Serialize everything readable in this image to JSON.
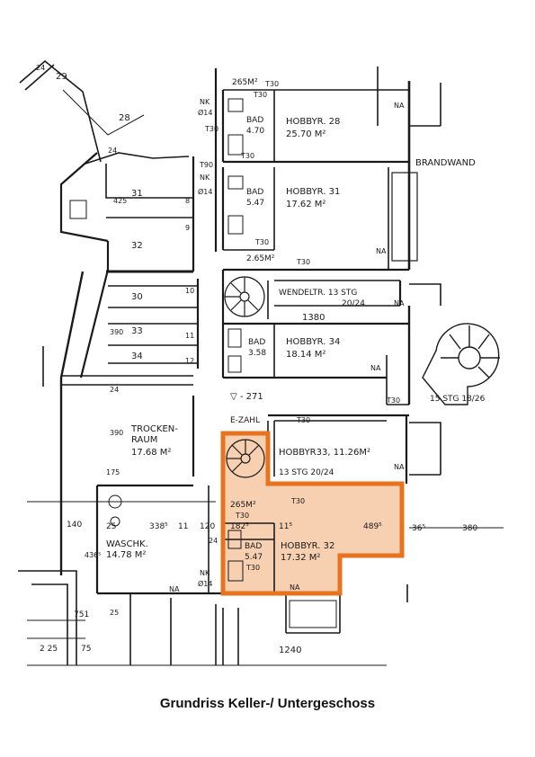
{
  "caption": "Grundriss Keller-/ Untergeschoss",
  "highlight": {
    "fill": "#f7cfb1",
    "stroke": "#e8731e"
  },
  "labels": {
    "n29": "29",
    "n28": "28",
    "n24a": "24",
    "n24b": "24",
    "n265m2": "265M²",
    "t30_1": "T30",
    "t30_2": "T30",
    "nk1": "NK",
    "nk1d": "Ø14",
    "t30_3": "T30",
    "t30_4": "T30",
    "bad1": "BAD",
    "bad1a": "4.70",
    "hobby28": "HOBBYR. 28",
    "hobby28a": "25.70 M²",
    "na1": "NA",
    "na2": "NA",
    "na3": "NA",
    "na4": "NA",
    "na5": "NA",
    "na6": "NA",
    "brandwand": "BRANDWAND",
    "t90": "T90",
    "nk2": "NK",
    "nk2d": "Ø14",
    "n425": "425",
    "r31": "31",
    "r32": "32",
    "n8": "8",
    "n9": "9",
    "bad2": "BAD",
    "bad2a": "5.47",
    "hobby31": "HOBBYR. 31",
    "hobby31a": "17.62 M²",
    "t30_5": "T30",
    "t30_6": "T30",
    "m265b": "2.65M²",
    "r30": "30",
    "r33": "33",
    "r34": "34",
    "n10": "10",
    "n11": "11",
    "n12": "12",
    "n390a": "390",
    "n390b": "390",
    "n24c": "24",
    "wendel": "WENDELTR. 13 STG",
    "wendela": "20/24",
    "n1380": "1380",
    "bad3": "BAD",
    "bad3a": "3.58",
    "hobby34": "HOBBYR. 34",
    "hobby34a": "18.14 M²",
    "stg15": "15 STG 18/26",
    "level": "▽ - 271",
    "t30_7": "T30",
    "t30_8": "T30",
    "ezahl": "E-ZAHL",
    "trocken1": "TROCKEN-",
    "trocken2": "RAUM",
    "trocken3": "17.68 M²",
    "hobby33": "HOBBYR33, 11.26M²",
    "stg13": "13 STG 20/24",
    "n175": "175",
    "n140": "140",
    "n25a": "25",
    "n3385": "338⁵",
    "n11b": "11",
    "n120": "120",
    "n24d": "24",
    "m265c": "265M²",
    "t30_9": "T30",
    "t30_10": "T30",
    "t30_11": "T30",
    "n1825": "182⁵",
    "n115": "11⁵",
    "n4895": "489⁵",
    "n365": "36⁵",
    "n380": "380",
    "waschk": "WASCHK.",
    "waschka": "14.78 M²",
    "n4365": "436⁵",
    "bad4": "BAD",
    "bad4a": "5.47",
    "hobby32": "HOBBYR. 32",
    "hobby32a": "17.32 M²",
    "nk3": "NK",
    "nk3d": "Ø14",
    "n751": "751",
    "n25b": "25",
    "n225": "2 25",
    "n75": "75",
    "n1240": "1240"
  }
}
